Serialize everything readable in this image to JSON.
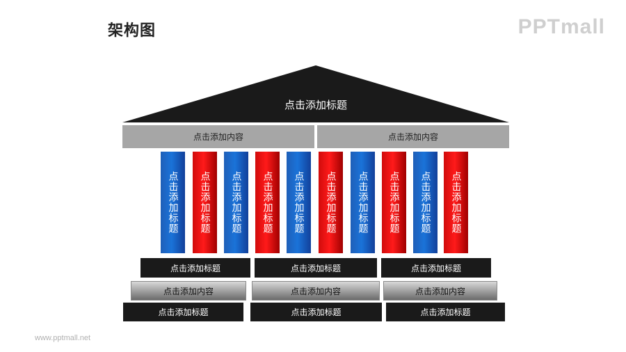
{
  "header": {
    "title": "架构图",
    "logo": "PPTmall"
  },
  "roof": {
    "title": "点击添加标题"
  },
  "beams": [
    {
      "label": "点击添加内容"
    },
    {
      "label": "点击添加内容"
    }
  ],
  "columns": [
    {
      "label": "点击添加标题",
      "color": "blue"
    },
    {
      "label": "点击添加标题",
      "color": "red"
    },
    {
      "label": "点击添加标题",
      "color": "blue"
    },
    {
      "label": "点击添加标题",
      "color": "red"
    },
    {
      "label": "点击添加标题",
      "color": "blue"
    },
    {
      "label": "点击添加标题",
      "color": "red"
    },
    {
      "label": "点击添加标题",
      "color": "blue"
    },
    {
      "label": "点击添加标题",
      "color": "red"
    },
    {
      "label": "点击添加标题",
      "color": "blue"
    },
    {
      "label": "点击添加标题",
      "color": "red"
    }
  ],
  "base_row1": [
    {
      "label": "点击添加标题"
    },
    {
      "label": "点击添加标题"
    },
    {
      "label": "点击添加标题"
    }
  ],
  "base_row2": [
    {
      "label": "点击添加内容"
    },
    {
      "label": "点击添加内容"
    },
    {
      "label": "点击添加内容"
    }
  ],
  "base_row3": [
    {
      "label": "点击添加标题"
    },
    {
      "label": "点击添加标题"
    },
    {
      "label": "点击添加标题"
    }
  ],
  "footer": {
    "url": "www.pptmall.net"
  },
  "colors": {
    "roof": "#1a1a1a",
    "beam": "#a6a6a6",
    "blue": "#1a6ad0",
    "red": "#ee1111"
  }
}
